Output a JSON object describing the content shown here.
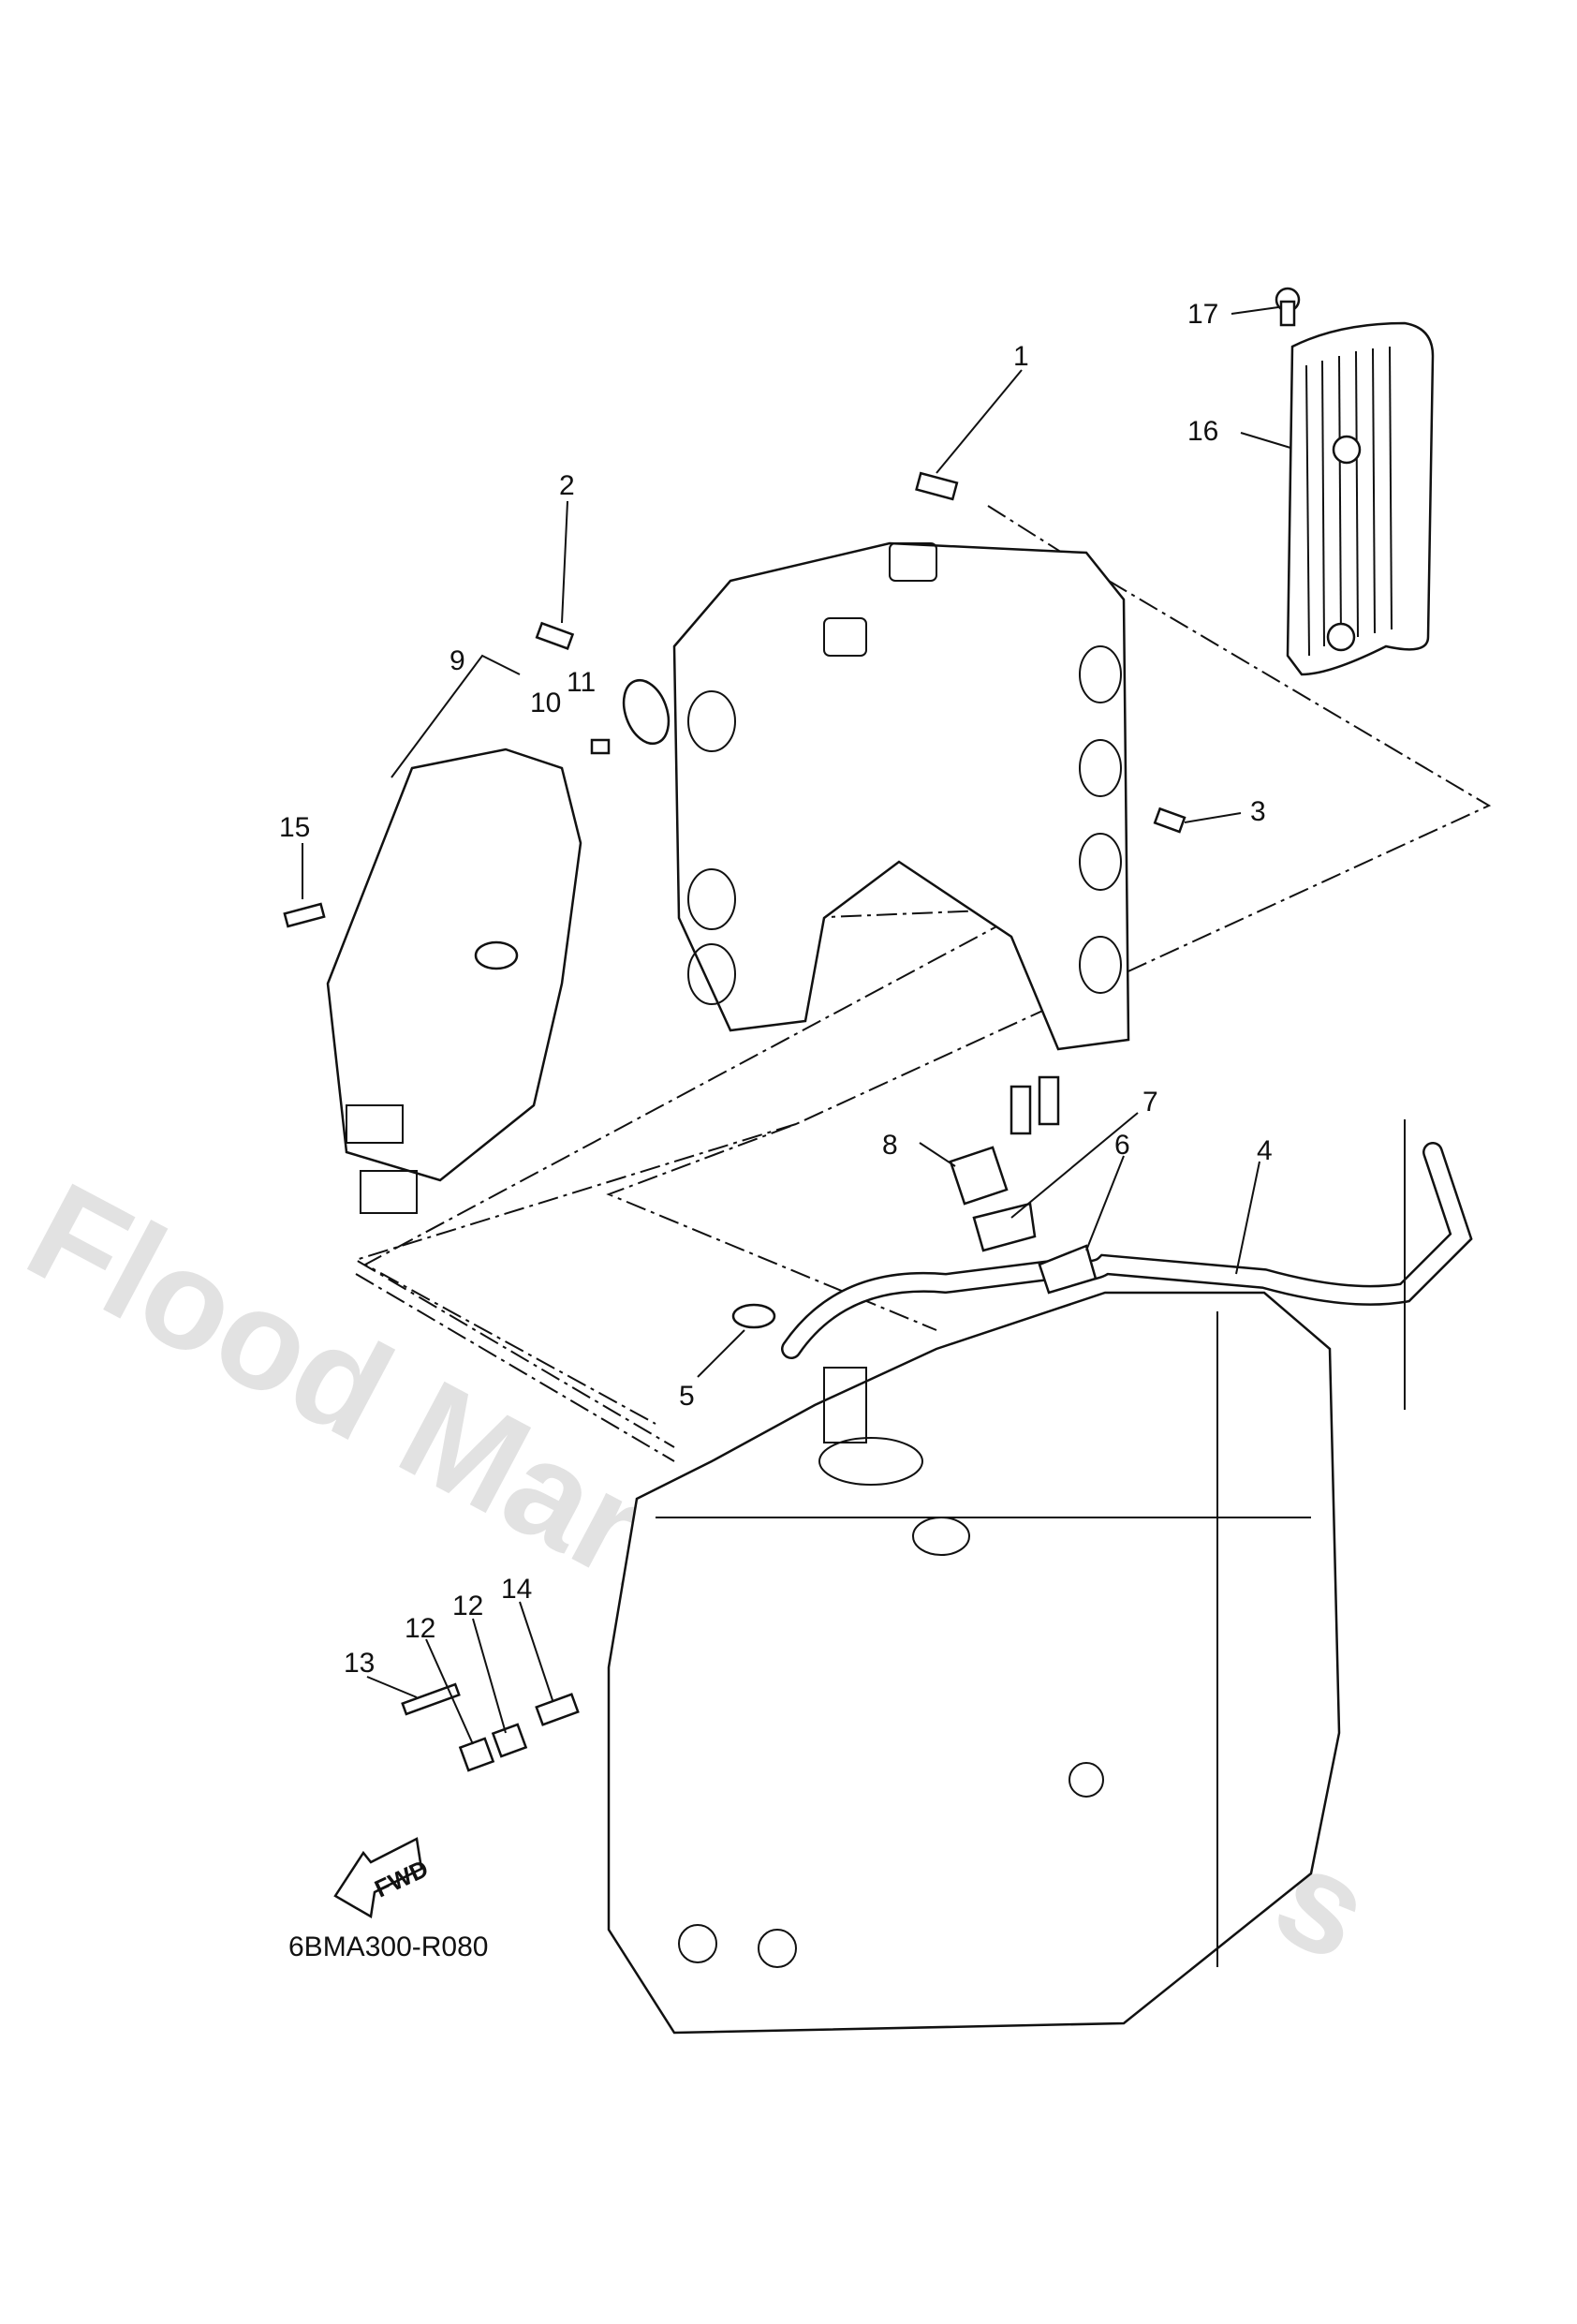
{
  "diagram": {
    "watermark": "Flood Marine Services",
    "diagram_code": "6BMA300-R080",
    "fwd_label": "FWD",
    "callouts": [
      {
        "id": "c17",
        "label": "17"
      },
      {
        "id": "c16",
        "label": "16"
      },
      {
        "id": "c1",
        "label": "1"
      },
      {
        "id": "c2",
        "label": "2"
      },
      {
        "id": "c9",
        "label": "9"
      },
      {
        "id": "c11",
        "label": "11"
      },
      {
        "id": "c10",
        "label": "10"
      },
      {
        "id": "c3",
        "label": "3"
      },
      {
        "id": "c15",
        "label": "15"
      },
      {
        "id": "c7",
        "label": "7"
      },
      {
        "id": "c8",
        "label": "8"
      },
      {
        "id": "c6",
        "label": "6"
      },
      {
        "id": "c4",
        "label": "4"
      },
      {
        "id": "c5",
        "label": "5"
      },
      {
        "id": "c14",
        "label": "14"
      },
      {
        "id": "c12a",
        "label": "12"
      },
      {
        "id": "c12b",
        "label": "12"
      },
      {
        "id": "c13",
        "label": "13"
      }
    ]
  }
}
